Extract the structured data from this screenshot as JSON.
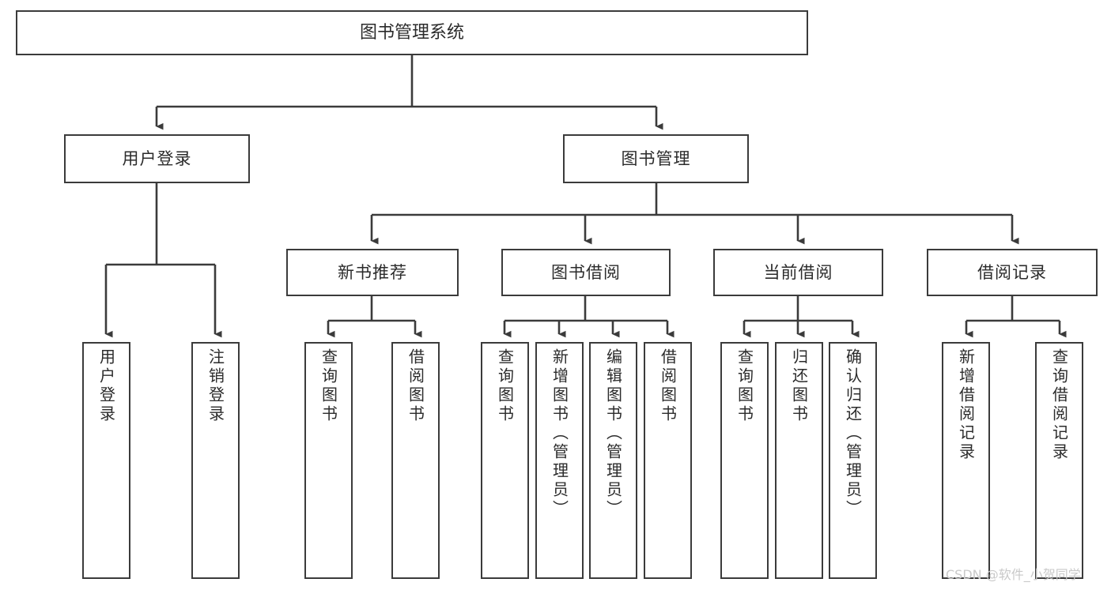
{
  "diagram": {
    "title": "图书管理系统",
    "type": "tree-hierarchy",
    "orientation": "top-down",
    "colors": {
      "border": "#3b3b3b",
      "node_fill": "#ffffff",
      "text": "#2b2b2b",
      "edge": "#3b3b3b",
      "watermark": "#c9c9c9",
      "background": "#ffffff"
    }
  },
  "watermark": {
    "text": "CSDN @软件_小贺同学"
  },
  "nodes": {
    "root": {
      "label": "图书管理系统"
    },
    "level2": [
      {
        "id": "user-login",
        "label": "用户登录"
      },
      {
        "id": "book-manage",
        "label": "图书管理"
      }
    ],
    "level3": [
      {
        "id": "new-book-recommend",
        "label": "新书推荐"
      },
      {
        "id": "book-borrow",
        "label": "图书借阅"
      },
      {
        "id": "current-borrow",
        "label": "当前借阅"
      },
      {
        "id": "borrow-record",
        "label": "借阅记录"
      }
    ],
    "leaves": {
      "user_login": [
        {
          "id": "leaf-user-login",
          "label": "用户登录"
        },
        {
          "id": "leaf-user-logout",
          "label": "注销登录"
        }
      ],
      "new_book_recommend": [
        {
          "id": "leaf-query-book-1",
          "label": "查询图书"
        },
        {
          "id": "leaf-borrow-book-1",
          "label": "借阅图书"
        }
      ],
      "book_borrow": [
        {
          "id": "leaf-query-book-2",
          "label": "查询图书"
        },
        {
          "id": "leaf-add-book",
          "label": "新增图书（管理员）"
        },
        {
          "id": "leaf-edit-book",
          "label": "编辑图书（管理员）"
        },
        {
          "id": "leaf-borrow-book-2",
          "label": "借阅图书"
        }
      ],
      "current_borrow": [
        {
          "id": "leaf-query-book-3",
          "label": "查询图书"
        },
        {
          "id": "leaf-return-book",
          "label": "归还图书"
        },
        {
          "id": "leaf-confirm-return",
          "label": "确认归还（管理员）"
        }
      ],
      "borrow_record": [
        {
          "id": "leaf-add-record",
          "label": "新增借阅记录"
        },
        {
          "id": "leaf-query-record",
          "label": "查询借阅记录"
        }
      ]
    }
  }
}
